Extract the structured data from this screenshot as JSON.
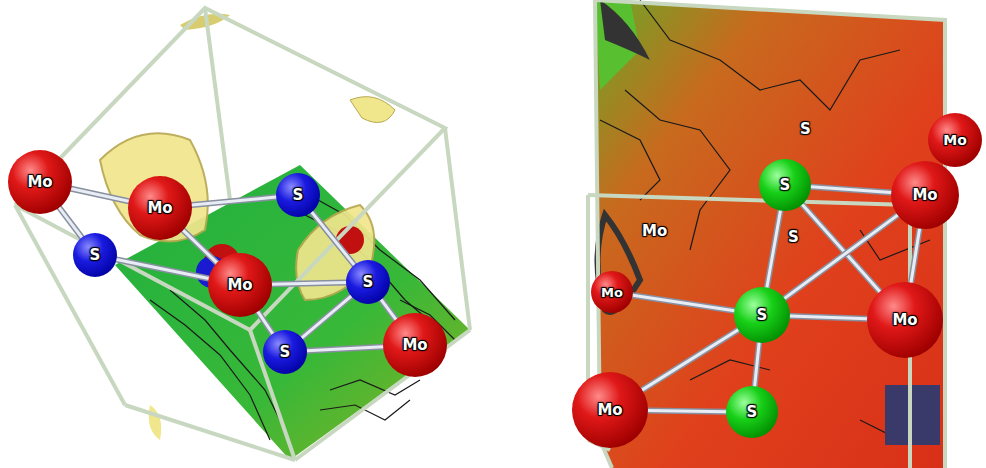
{
  "diagram": {
    "nodes": [
      {
        "text": [
          "Mo"
        ]
      },
      {
        "text": [
          "Mo"
        ]
      },
      {
        "text": [
          "S"
        ]
      },
      {
        "text": [
          "S"
        ]
      },
      {
        "text": [
          "Mo"
        ]
      },
      {
        "text": [
          "S"
        ]
      },
      {
        "text": [
          "S"
        ]
      },
      {
        "text": [
          "Mo"
        ]
      },
      {
        "text": [
          "Mo"
        ]
      },
      {
        "text": [
          "S"
        ]
      },
      {
        "text": [
          "Mo"
        ]
      },
      {
        "text": [
          "Mo"
        ]
      },
      {
        "text": [
          "S"
        ]
      },
      {
        "text": [
          "Mo"
        ]
      },
      {
        "text": [
          "Mo"
        ]
      },
      {
        "text": [
          "S"
        ]
      }
    ],
    "edges": [
      {
        "from": 0,
        "to": 1,
        "arrow": "none"
      },
      {
        "from": 0,
        "to": 2,
        "arrow": "none"
      },
      {
        "from": 1,
        "to": 3,
        "arrow": "none"
      },
      {
        "from": 1,
        "to": 4,
        "arrow": "none"
      },
      {
        "from": 2,
        "to": 4,
        "arrow": "none"
      },
      {
        "from": 3,
        "to": 5,
        "arrow": "none"
      },
      {
        "from": 4,
        "to": 5,
        "arrow": "none"
      },
      {
        "from": 4,
        "to": 6,
        "arrow": "none"
      },
      {
        "from": 6,
        "to": 5,
        "arrow": "none"
      },
      {
        "from": 5,
        "to": 7,
        "arrow": "none"
      },
      {
        "from": 6,
        "to": 7,
        "arrow": "none"
      },
      {
        "from": 9,
        "to": 10,
        "arrow": "none"
      },
      {
        "from": 9,
        "to": 12,
        "arrow": "none"
      },
      {
        "from": 9,
        "to": 13,
        "arrow": "none"
      },
      {
        "from": 12,
        "to": 13,
        "arrow": "none"
      },
      {
        "from": 12,
        "to": 14,
        "arrow": "none"
      },
      {
        "from": 12,
        "to": 15,
        "arrow": "none"
      },
      {
        "from": 14,
        "to": 15,
        "arrow": "none"
      },
      {
        "from": 12,
        "to": 11,
        "arrow": "none"
      },
      {
        "from": 10,
        "to": 13,
        "arrow": "none"
      },
      {
        "from": 12,
        "to": 10,
        "arrow": "none"
      }
    ],
    "labels": [
      "S",
      "S",
      "Mo"
    ]
  }
}
